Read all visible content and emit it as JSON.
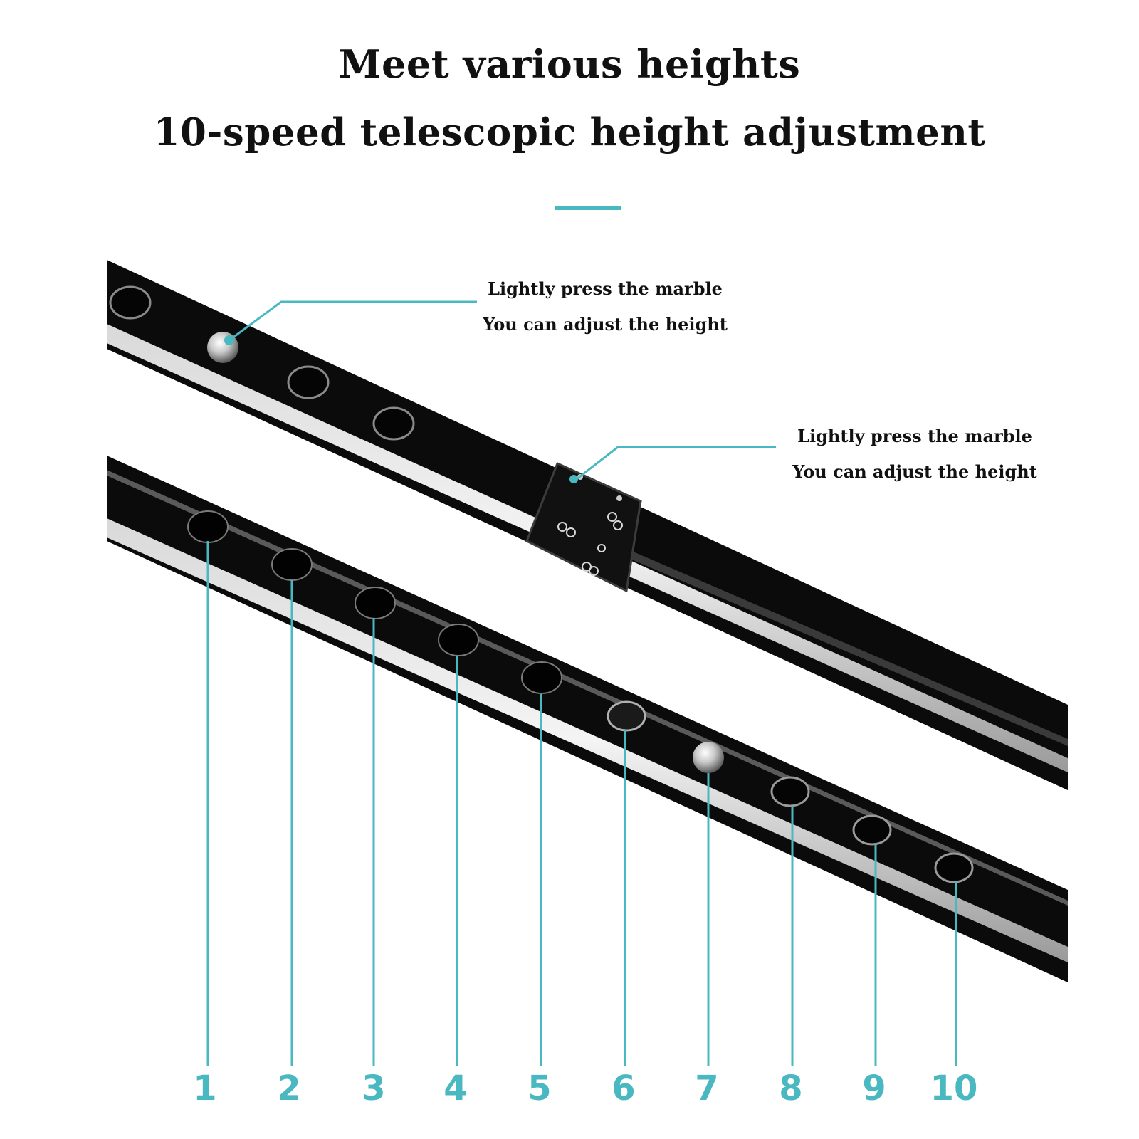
{
  "heading": {
    "line1": "Meet various heights",
    "line2": "10-speed telescopic height adjustment"
  },
  "colors": {
    "accent": "#49b8c0",
    "pole": "#0b0b0b",
    "text": "#111111",
    "background": "#ffffff"
  },
  "callouts": [
    {
      "line1": "Lightly press the marble",
      "line2": "You can adjust the height"
    },
    {
      "line1": "Lightly press the marble",
      "line2": "You can adjust the height"
    }
  ],
  "height_positions": [
    "1",
    "2",
    "3",
    "4",
    "5",
    "6",
    "7",
    "8",
    "9",
    "10"
  ]
}
